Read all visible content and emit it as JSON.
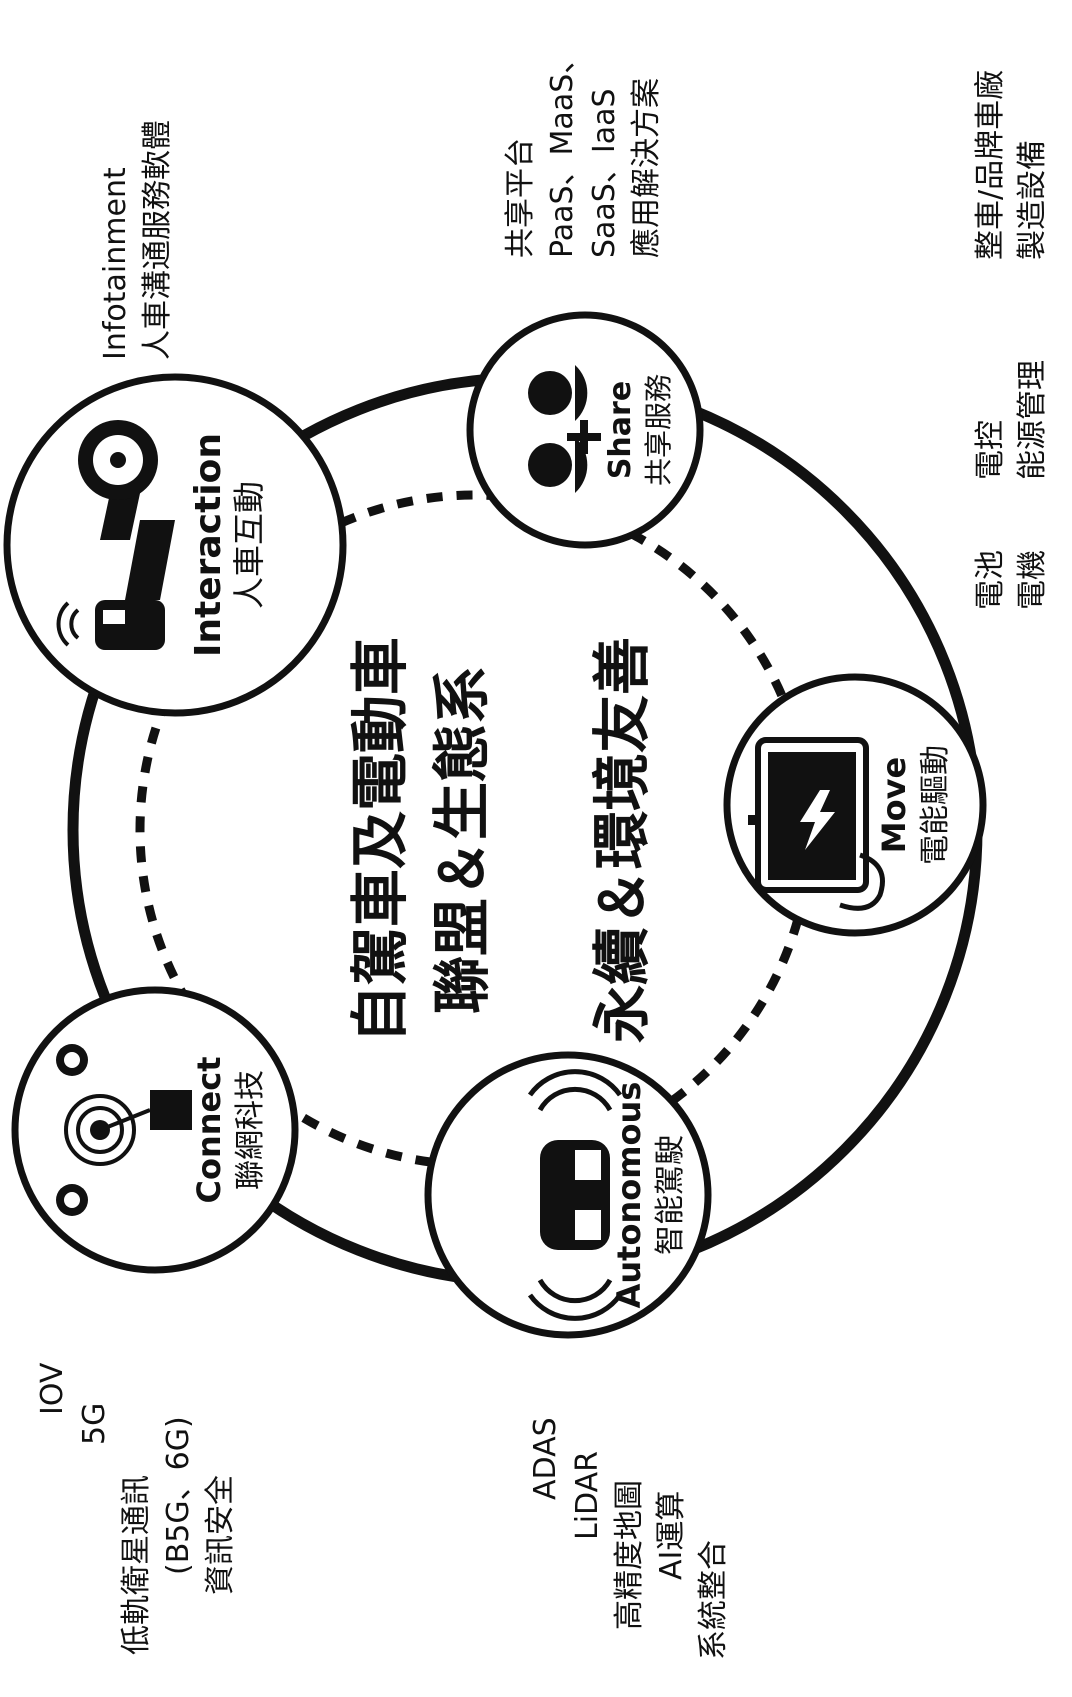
{
  "center": {
    "line1": "自駕車及電動車",
    "line2": "聯盟＆生態系",
    "line3": "永續＆環境友善"
  },
  "nodes": {
    "interaction": {
      "en": "Interaction",
      "zh": "人車互動",
      "icon": "car-steering-wheel-icon"
    },
    "share": {
      "en": "Share",
      "zh": "共享服務",
      "icon": "people-plus-icon"
    },
    "move": {
      "en": "Move",
      "zh": "電能驅動",
      "icon": "battery-charging-icon"
    },
    "autonomous": {
      "en": "Autonomous",
      "zh": "智能駕駛",
      "icon": "car-sensor-waves-icon"
    },
    "connect": {
      "en": "Connect",
      "zh": "聯網科技",
      "icon": "network-broadcast-icon"
    }
  },
  "notes": {
    "interaction": [
      "Infotainment",
      "人車溝通服務軟體"
    ],
    "share": [
      "共享平台",
      "PaaS、MaaS、",
      "SaaS、IaaS",
      "應用解決方案"
    ],
    "move_a": [
      "電池",
      "電機"
    ],
    "move_b": [
      "電控",
      "能源管理"
    ],
    "manufacture": [
      "整車/品牌車廠",
      "製造設備"
    ],
    "autonomous": [
      "ADAS",
      "LiDAR",
      "高精度地圖",
      "AI運算",
      "系統整合"
    ],
    "connect": [
      "IOV",
      "5G",
      "低軌衛星通訊",
      "(B5G、6G)",
      "資訊安全"
    ]
  }
}
